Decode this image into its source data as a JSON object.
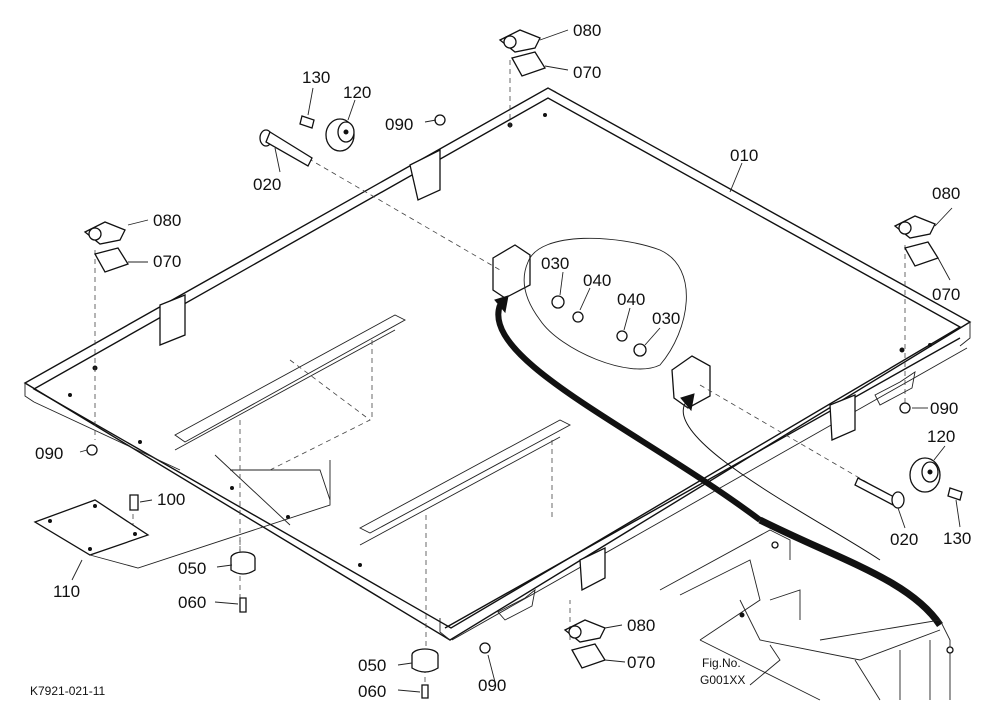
{
  "callouts": [
    {
      "id": "c080a",
      "text": "080"
    },
    {
      "id": "c070a",
      "text": "070"
    },
    {
      "id": "c130a",
      "text": "130"
    },
    {
      "id": "c120a",
      "text": "120"
    },
    {
      "id": "c090a",
      "text": "090"
    },
    {
      "id": "c010",
      "text": "010"
    },
    {
      "id": "c020a",
      "text": "020"
    },
    {
      "id": "c080b",
      "text": "080"
    },
    {
      "id": "c070b",
      "text": "070"
    },
    {
      "id": "c080c",
      "text": "080"
    },
    {
      "id": "c070c",
      "text": "070"
    },
    {
      "id": "c030a",
      "text": "030"
    },
    {
      "id": "c040a",
      "text": "040"
    },
    {
      "id": "c040b",
      "text": "040"
    },
    {
      "id": "c030b",
      "text": "030"
    },
    {
      "id": "c090b",
      "text": "090"
    },
    {
      "id": "c090c",
      "text": "090"
    },
    {
      "id": "c120b",
      "text": "120"
    },
    {
      "id": "c100",
      "text": "100"
    },
    {
      "id": "c020b",
      "text": "020"
    },
    {
      "id": "c130b",
      "text": "130"
    },
    {
      "id": "c110",
      "text": "110"
    },
    {
      "id": "c050a",
      "text": "050"
    },
    {
      "id": "c060a",
      "text": "060"
    },
    {
      "id": "c080d",
      "text": "080"
    },
    {
      "id": "c070d",
      "text": "070"
    },
    {
      "id": "c050b",
      "text": "050"
    },
    {
      "id": "c060b",
      "text": "060"
    },
    {
      "id": "c090d",
      "text": "090"
    }
  ],
  "figure_ref": {
    "label": "Fig.No.",
    "code": "G001XX"
  },
  "drawing_code": "K7921-021-11"
}
